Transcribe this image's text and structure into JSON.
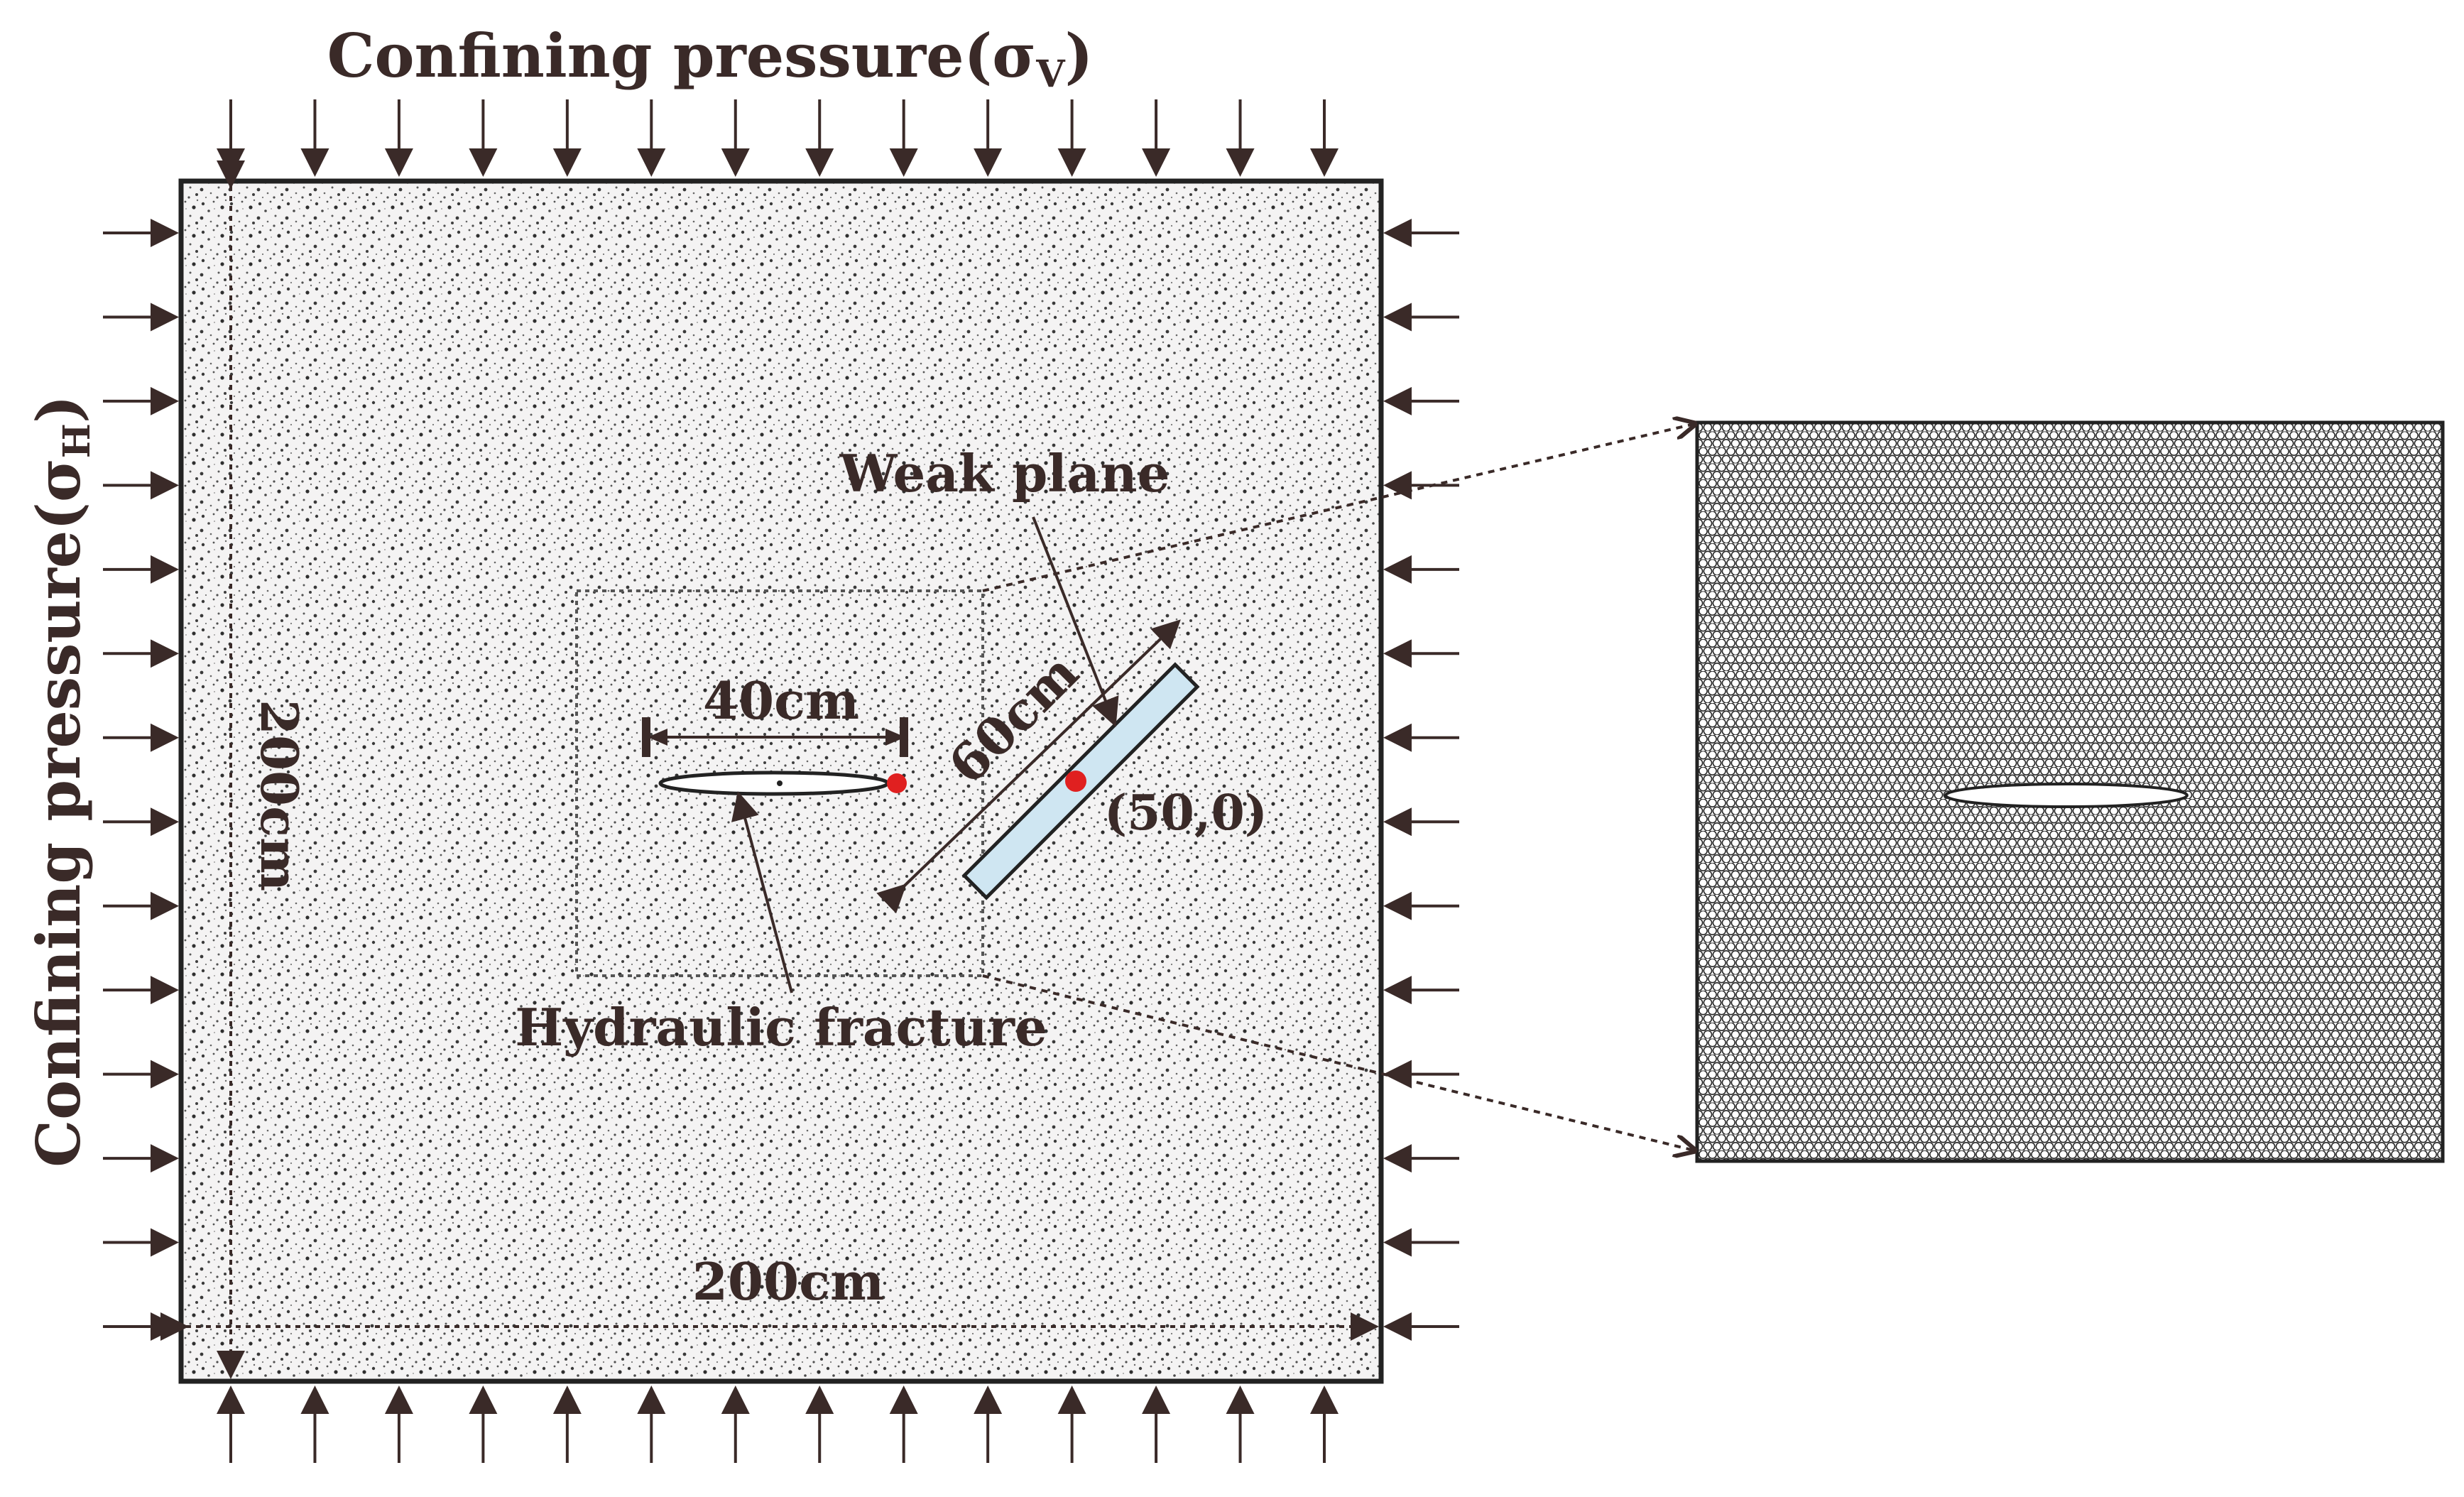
{
  "labels": {
    "top_pressure": "Confining pressure(σ",
    "top_pressure_sub": "V",
    "top_pressure_close": ")",
    "side_pressure": "Confining pressure(σ",
    "side_pressure_sub": "H",
    "side_pressure_close": ")",
    "height_dim": "200cm",
    "width_dim": "200cm",
    "fracture_length": "40cm",
    "weak_plane_length": "60cm",
    "weak_plane": "Weak plane",
    "hydraulic_fracture": "Hydraulic fracture",
    "point_coord": "(50,0)"
  },
  "colors": {
    "ink": "#3a2a28",
    "weak_plane_fill": "#cfe6f2",
    "marker": "#e02020"
  },
  "icons": {
    "load_arrow": "arrow-icon",
    "marker": "red-dot-icon"
  }
}
